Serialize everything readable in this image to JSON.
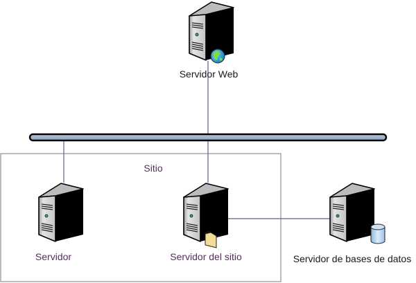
{
  "diagram": {
    "nodes": [
      {
        "id": "web-server",
        "label": "Servidor Web",
        "type": "server",
        "badge": "globe-icon",
        "label_color": "#1a1a1a"
      },
      {
        "id": "server",
        "label": "Servidor",
        "type": "server",
        "badge": null,
        "label_color": "#5a2a63"
      },
      {
        "id": "site-server",
        "label": "Servidor del sitio",
        "type": "server",
        "badge": "folder-icon",
        "label_color": "#5a2a63"
      },
      {
        "id": "database-server",
        "label": "Servidor de bases de datos",
        "type": "server",
        "badge": "database-icon",
        "label_color": "#1a1a1a"
      }
    ],
    "group": {
      "id": "site-group",
      "label": "Sitio",
      "label_color": "#5a2a63",
      "members": [
        "server",
        "site-server"
      ]
    },
    "bus": {
      "id": "network-bus",
      "fill": "#9bb0cc",
      "stroke": "#000000"
    },
    "edges": [
      {
        "from": "web-server",
        "to": "network-bus"
      },
      {
        "from": "network-bus",
        "to": "server"
      },
      {
        "from": "network-bus",
        "to": "site-server"
      },
      {
        "from": "site-server",
        "to": "database-server"
      }
    ],
    "colors": {
      "connector": "#5c5c94",
      "group_border": "#a0a0a0",
      "server_front": "#c8c8c8",
      "server_top": "#bdbdbd",
      "server_side": "#000000",
      "led": "#3aa35a",
      "globe_sea": "#39a7e0",
      "globe_land": "#7ed957",
      "folder": "#f3dc94",
      "database": "#b9d6ee"
    }
  }
}
